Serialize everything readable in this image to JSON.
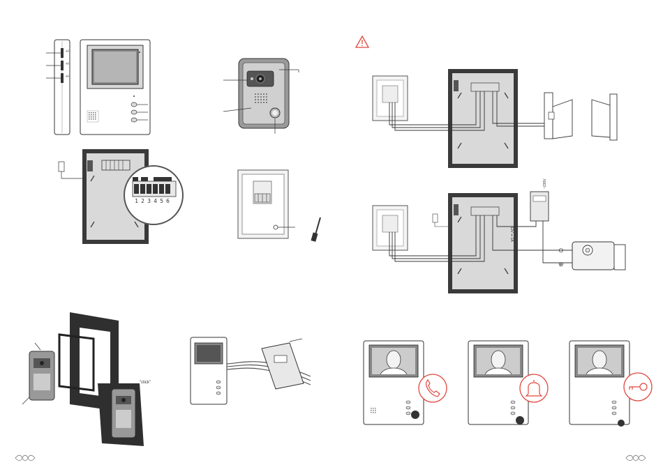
{
  "side_buttons": {
    "labels": [
      "+/-",
      "+/-",
      "+/-"
    ]
  },
  "terminal": {
    "numbers": [
      "1",
      "2",
      "3",
      "4",
      "5",
      "6"
    ]
  },
  "click_label": "\"click\"",
  "power_supply": {
    "top_label": "~230V",
    "bottom_label": "12V ⎓ 1A"
  },
  "lock": {
    "minus": "⊖",
    "plus": "⊕"
  },
  "icons": {
    "warning": "warning-triangle-icon",
    "talk": "phone-handset-icon",
    "bell": "bell-icon",
    "unlock": "key-icon"
  },
  "colors": {
    "accent": "#e0473f",
    "line": "#333333",
    "panel": "#3a3a3a"
  }
}
